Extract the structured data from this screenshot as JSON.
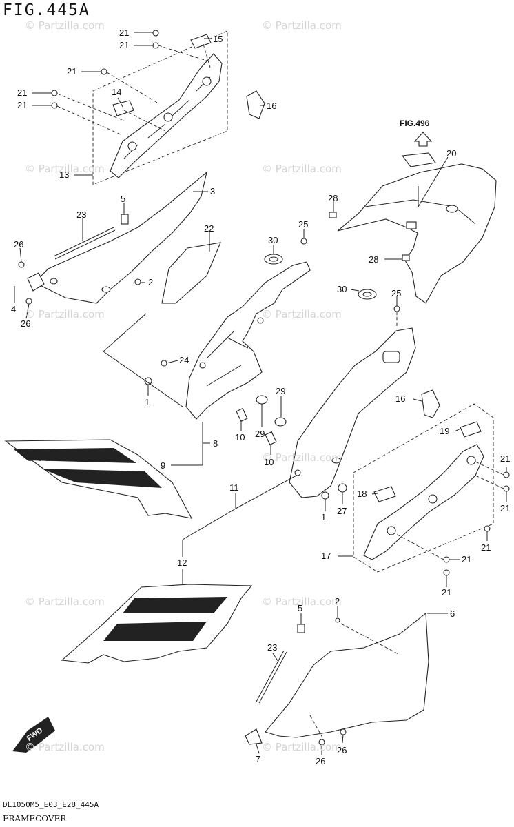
{
  "figure_title": "FIG.445A",
  "footer": {
    "code": "DL1050M5_E03_E28_445A",
    "name": "FRAMECOVER"
  },
  "reference_label": "FIG.496",
  "watermark": "© Partzilla.com",
  "callouts": [
    {
      "id": "c21a",
      "text": "21"
    },
    {
      "id": "c21b",
      "text": "21"
    },
    {
      "id": "c15",
      "text": "15"
    },
    {
      "id": "c21c",
      "text": "21"
    },
    {
      "id": "c21d",
      "text": "21"
    },
    {
      "id": "c21e",
      "text": "21"
    },
    {
      "id": "c14",
      "text": "14"
    },
    {
      "id": "c16a",
      "text": "16"
    },
    {
      "id": "c13",
      "text": "13"
    },
    {
      "id": "c3",
      "text": "3"
    },
    {
      "id": "c5a",
      "text": "5"
    },
    {
      "id": "c23a",
      "text": "23"
    },
    {
      "id": "c22",
      "text": "22"
    },
    {
      "id": "c26a",
      "text": "26"
    },
    {
      "id": "c2a",
      "text": "2"
    },
    {
      "id": "c4",
      "text": "4"
    },
    {
      "id": "c26b",
      "text": "26"
    },
    {
      "id": "c28a",
      "text": "28"
    },
    {
      "id": "c20",
      "text": "20"
    },
    {
      "id": "c25a",
      "text": "25"
    },
    {
      "id": "c30a",
      "text": "30"
    },
    {
      "id": "c28b",
      "text": "28"
    },
    {
      "id": "c30b",
      "text": "30"
    },
    {
      "id": "c25b",
      "text": "25"
    },
    {
      "id": "c24",
      "text": "24"
    },
    {
      "id": "c1a",
      "text": "1"
    },
    {
      "id": "c29a",
      "text": "29"
    },
    {
      "id": "c29b",
      "text": "29"
    },
    {
      "id": "c10a",
      "text": "10"
    },
    {
      "id": "c8",
      "text": "8"
    },
    {
      "id": "c10b",
      "text": "10"
    },
    {
      "id": "c9",
      "text": "9"
    },
    {
      "id": "c16b",
      "text": "16"
    },
    {
      "id": "c19",
      "text": "19"
    },
    {
      "id": "c21f",
      "text": "21"
    },
    {
      "id": "c21g",
      "text": "21"
    },
    {
      "id": "c11",
      "text": "11"
    },
    {
      "id": "c18",
      "text": "18"
    },
    {
      "id": "c1b",
      "text": "1"
    },
    {
      "id": "c27",
      "text": "27"
    },
    {
      "id": "c21h",
      "text": "21"
    },
    {
      "id": "c17",
      "text": "17"
    },
    {
      "id": "c21i",
      "text": "21"
    },
    {
      "id": "c21j",
      "text": "21"
    },
    {
      "id": "c12",
      "text": "12"
    },
    {
      "id": "c2b",
      "text": "2"
    },
    {
      "id": "c6",
      "text": "6"
    },
    {
      "id": "c5b",
      "text": "5"
    },
    {
      "id": "c23b",
      "text": "23"
    },
    {
      "id": "c26c",
      "text": "26"
    },
    {
      "id": "c26d",
      "text": "26"
    },
    {
      "id": "c7",
      "text": "7"
    }
  ],
  "fwd_label": "FWD"
}
